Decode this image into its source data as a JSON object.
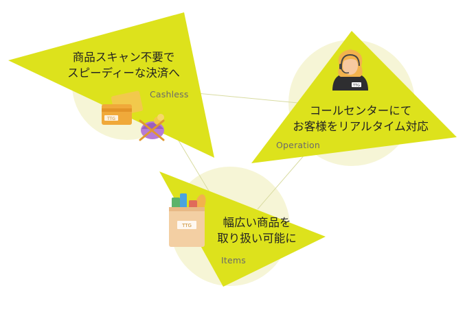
{
  "nodes": {
    "cashless": {
      "line1": "商品スキャン不要で",
      "line2": "スピーディーな決済へ",
      "label": "Cashless",
      "icons": [
        "card-icon",
        "coin-purse-icon"
      ]
    },
    "operation": {
      "line1": "コールセンターにて",
      "line2": "お客様をリアルタイム対応",
      "label": "Operation",
      "icons": [
        "operator-headset-icon"
      ]
    },
    "items": {
      "line1": "幅広い商品を",
      "line2": "取り扱い可能に",
      "label": "Items",
      "icons": [
        "grocery-bag-icon"
      ]
    }
  },
  "brand_mark": "TTG",
  "colors": {
    "triangle": "#dde21c",
    "circle": "#f6f5d6",
    "connector": "#d8dba0"
  }
}
